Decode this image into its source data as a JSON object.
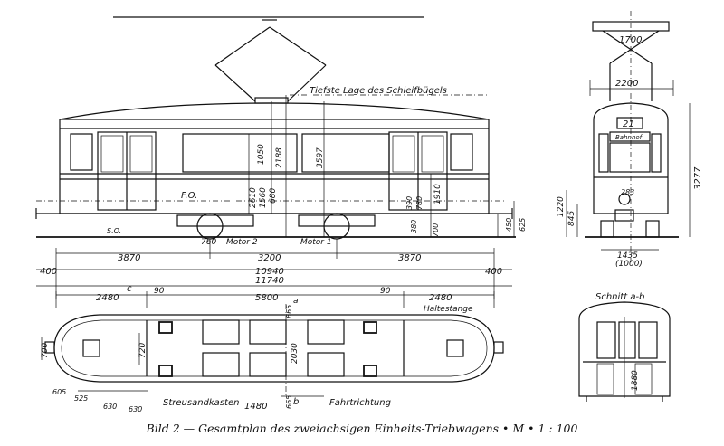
{
  "caption": "Bild 2 — Gesamtplan des zweiachsigen Einheits-Triebwagens • M • 1 : 100",
  "labels": {
    "pantograph_low": "Tiefste Lage des Schleifbügels",
    "floor_top": "F.O.",
    "motor1": "Motor 1",
    "motor2": "Motor 2",
    "so": "S.O.",
    "haltestange": "Haltestange",
    "streusandkasten": "Streusandkasten",
    "fahrtrichtung": "Fahrtrichtung",
    "schnitt": "Schnitt a-b",
    "route_number": "21",
    "destination": "Bahnhof",
    "marker_a": "a",
    "marker_b": "b",
    "marker_c": "c"
  },
  "side_dims": {
    "d3870a": "3870",
    "d3200": "3200",
    "d3870b": "3870",
    "d400a": "400",
    "d10940": "10940",
    "d400b": "400",
    "d11740": "11740",
    "d760": "760",
    "d1050": "1050",
    "d2188": "2188",
    "d3597": "3597",
    "d2610": "2610",
    "d1560": "1560",
    "d680": "680",
    "d390": "390",
    "d780": "780",
    "d1910": "1910",
    "d700": "700",
    "d380": "380",
    "d450": "450",
    "d625": "625"
  },
  "plan_dims": {
    "d2480a": "2480",
    "d90a": "90",
    "d5800": "5800",
    "d90b": "90",
    "d2480b": "2480",
    "d665a": "665",
    "d2030": "2030",
    "d720": "720",
    "d700": "700",
    "d605": "605",
    "d525": "525",
    "d630a": "630",
    "d630b": "630",
    "d1480": "1480",
    "d665b": "665"
  },
  "front_dims": {
    "d1700": "1700",
    "d2200": "2200",
    "d3277": "3277",
    "d1220": "1220",
    "d845": "845",
    "d283": "283",
    "d1435": "1435",
    "d1000": "(1000)",
    "d1880": "1880"
  }
}
